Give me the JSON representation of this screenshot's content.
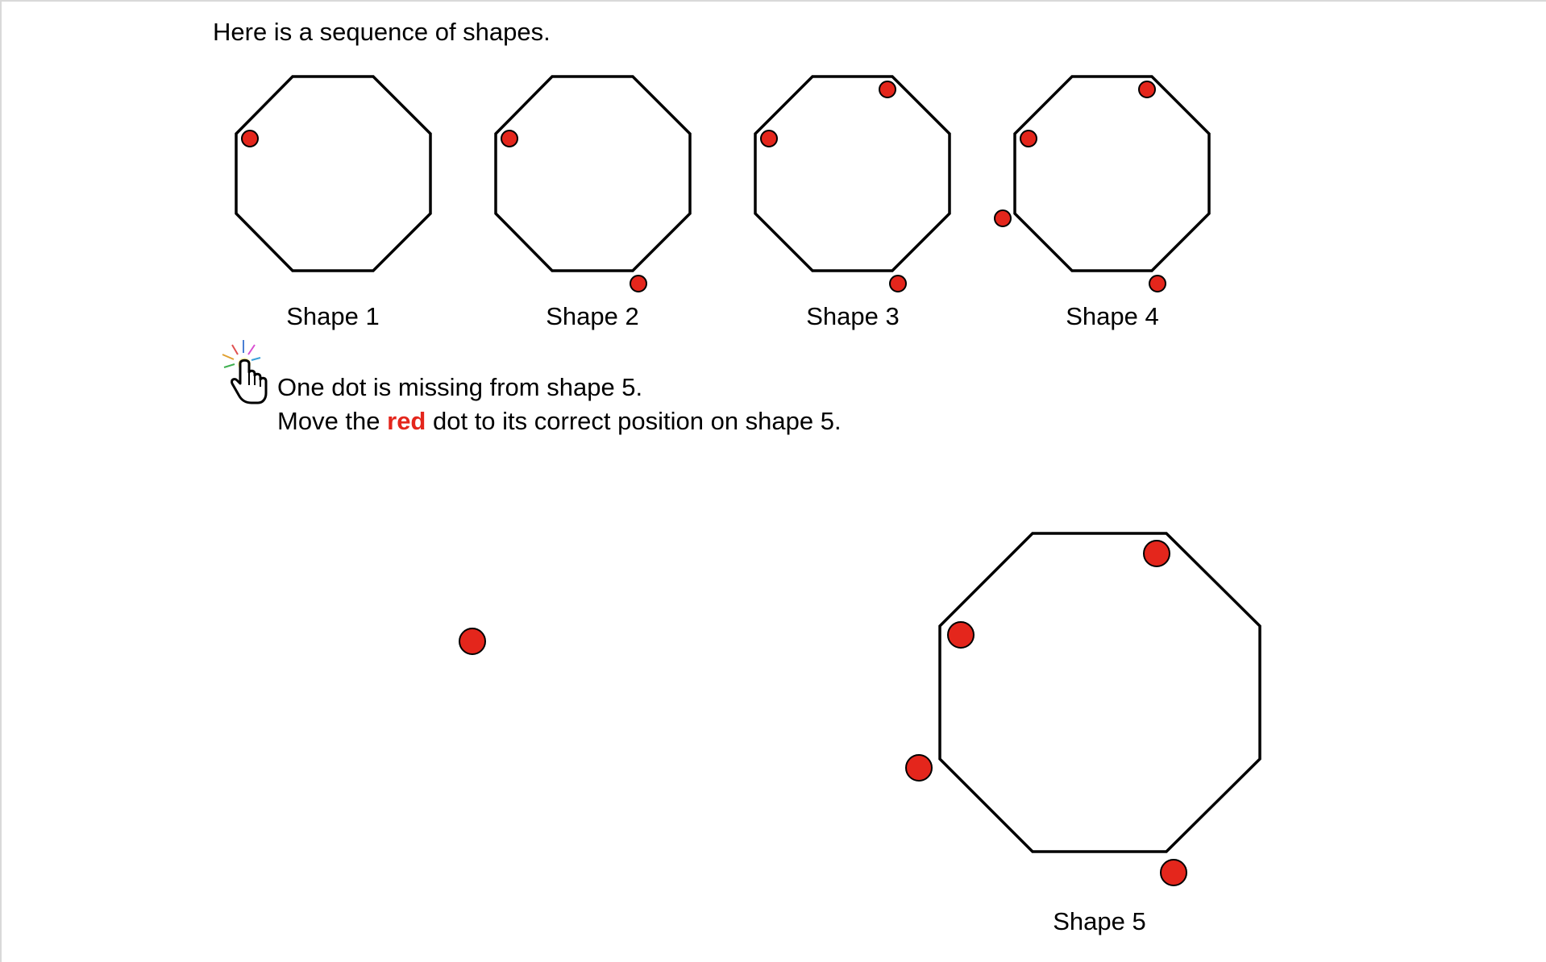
{
  "prompt": {
    "intro": "Here is a sequence of shapes.",
    "line1": "One dot is missing from shape 5.",
    "line2_before": "Move the ",
    "line2_highlight": "red",
    "line2_after": " dot to its correct position on shape 5."
  },
  "shapes": [
    {
      "label": "Shape 1",
      "dots": [
        "upper-left"
      ]
    },
    {
      "label": "Shape 2",
      "dots": [
        "upper-left",
        "lower-right-outside"
      ]
    },
    {
      "label": "Shape 3",
      "dots": [
        "upper-left",
        "upper-right",
        "lower-right-outside"
      ]
    },
    {
      "label": "Shape 4",
      "dots": [
        "upper-left",
        "upper-right",
        "lower-left-outside",
        "lower-right-outside"
      ]
    },
    {
      "label": "Shape 5",
      "dots": [
        "upper-left",
        "upper-right",
        "lower-left-outside",
        "lower-right-outside"
      ]
    }
  ],
  "hint_icon": "hint-pointer-icon",
  "colors": {
    "dot": "#e4261c",
    "highlight": "#e4261c",
    "outline": "#000000"
  }
}
